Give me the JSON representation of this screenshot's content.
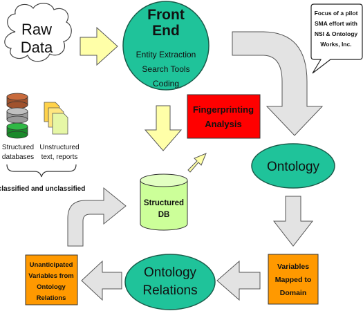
{
  "raw_data": {
    "line1": "Raw",
    "line2": "Data"
  },
  "front_end": {
    "title1": "Front",
    "title2": "End",
    "items": [
      "Entity Extraction",
      "Search Tools",
      "Coding"
    ]
  },
  "callout": {
    "lines": [
      "Focus of a pilot",
      "SMA effort with",
      "NSI & Ontology",
      "Works, Inc."
    ]
  },
  "sources": {
    "structured": [
      "Structured",
      "databases"
    ],
    "unstructured": [
      "Unstructured",
      "text, reports"
    ],
    "caption": "classified and unclassified"
  },
  "fingerprinting": {
    "lines": [
      "Fingerprinting",
      "Analysis"
    ]
  },
  "ontology": {
    "label": "Ontology"
  },
  "structured_db": {
    "lines": [
      "Structured",
      "DB"
    ]
  },
  "ontology_relations": {
    "lines": [
      "Ontology",
      "Relations"
    ]
  },
  "variables": {
    "lines": [
      "Variables",
      "Mapped to",
      "Domain"
    ]
  },
  "unanticipated": {
    "lines": [
      "Unanticipated",
      "Variables from",
      "Ontology",
      "Relations"
    ]
  },
  "colors": {
    "ellipse_fill": "#1fc39a",
    "yellow_arrow": "#ffffa8",
    "gray_arrow": "#e3e3e3",
    "red_box": "#ff0000",
    "orange_box": "#ff9900",
    "db_green": "#ccff99"
  }
}
